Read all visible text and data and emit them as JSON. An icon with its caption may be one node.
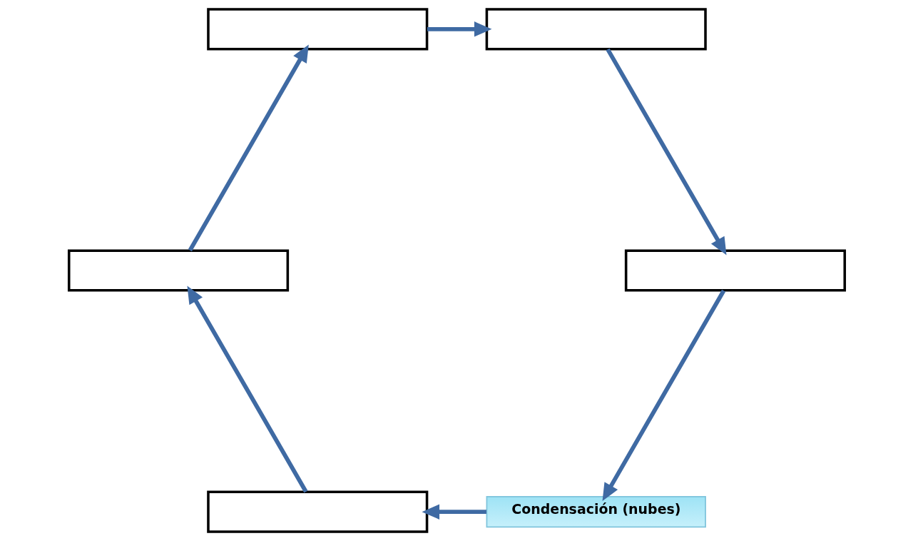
{
  "diagram": {
    "nodes": [
      {
        "text": [
          "Condensación (nubes)"
        ]
      },
      {
        "text": [],
        "shape": "box"
      },
      {
        "text": [],
        "shape": "box"
      },
      {
        "text": [],
        "shape": "box"
      },
      {
        "text": [],
        "shape": "box"
      },
      {
        "text": [],
        "shape": "box"
      }
    ],
    "edges": [
      {
        "from": 0,
        "to": 1,
        "arrow": "to"
      },
      {
        "from": 1,
        "to": 3,
        "arrow": "to"
      },
      {
        "from": 3,
        "to": 4,
        "arrow": "to"
      },
      {
        "from": 4,
        "to": 5,
        "arrow": "to"
      },
      {
        "from": 5,
        "to": 2,
        "arrow": "to"
      },
      {
        "from": 2,
        "to": 0,
        "arrow": "to"
      }
    ]
  }
}
